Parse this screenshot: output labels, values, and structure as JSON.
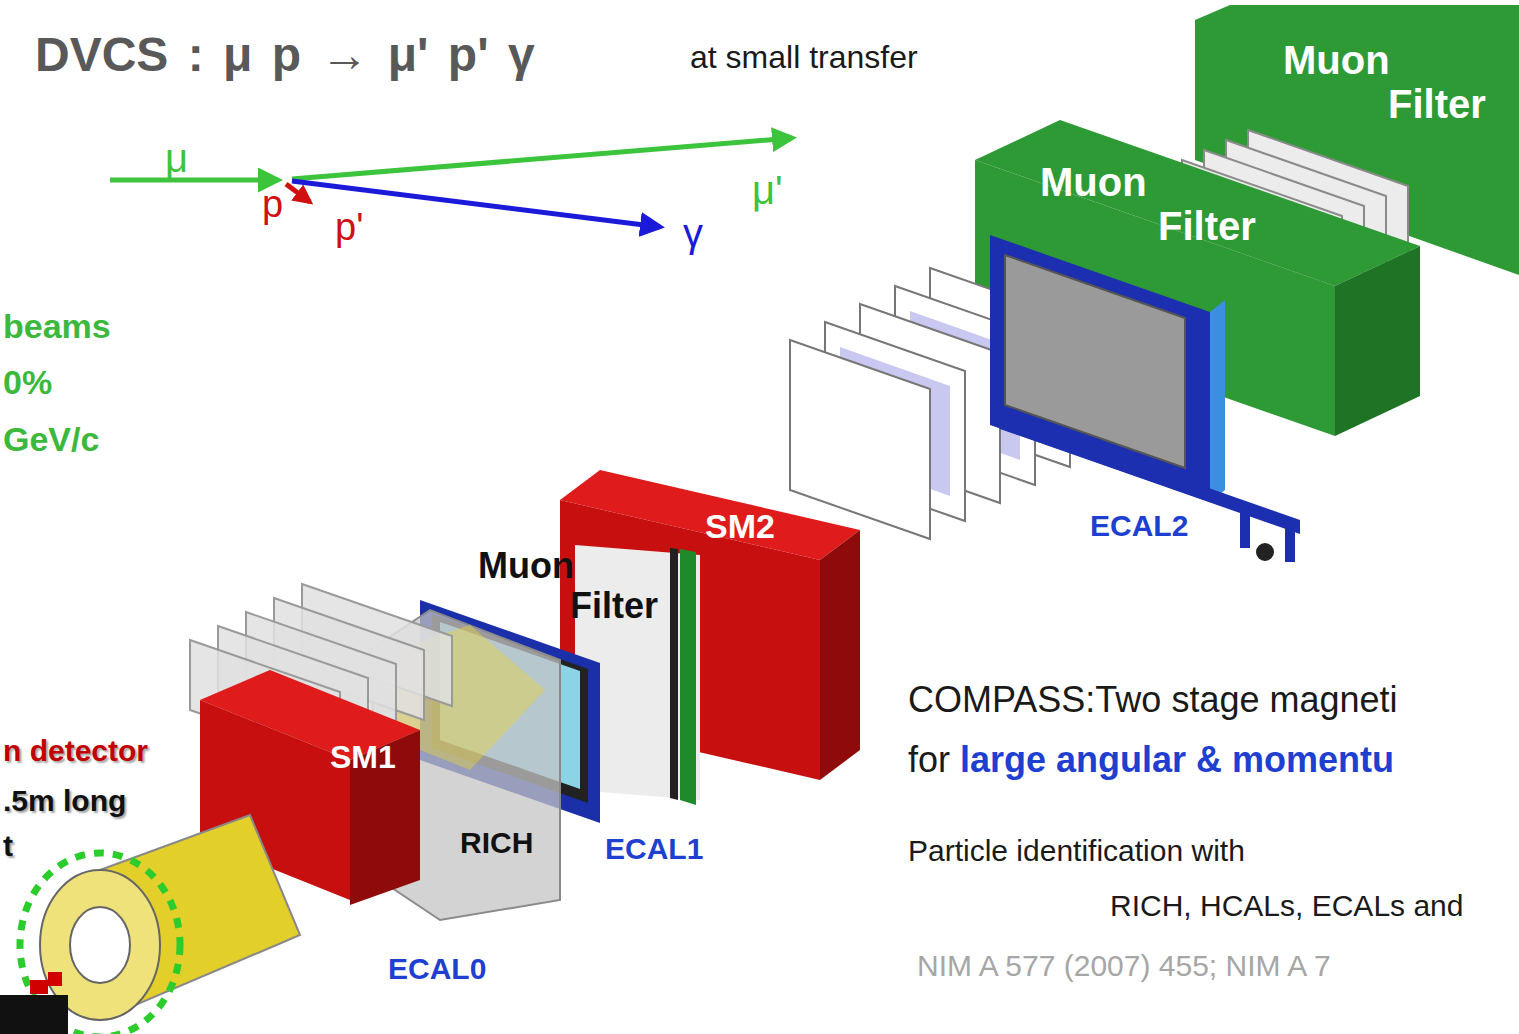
{
  "diagram": {
    "title": "DVCS : μ p → μ' p' γ",
    "nodes": [
      {
        "text": [
          "Muon Filter"
        ]
      },
      {
        "text": [
          "Muon Filter"
        ]
      },
      {
        "text": [
          "SM2"
        ]
      },
      {
        "text": [
          "Muon Filter"
        ]
      },
      {
        "text": [
          "SM1"
        ]
      }
    ],
    "labels": [
      "at small transfer",
      "μ",
      "p",
      "p'",
      "μ'",
      "γ",
      "beams",
      "0%",
      "GeV/c",
      "n detector",
      ".5m long",
      "t",
      "RICH",
      "ECAL1",
      "ECAL0",
      "ECAL2",
      "COMPASS:Two stage magneti",
      "for",
      "large angular & momentu",
      "Particle identification with",
      "RICH, HCALs, ECALs and",
      "NIM A 577 (2007) 455; NIM A 7"
    ]
  }
}
